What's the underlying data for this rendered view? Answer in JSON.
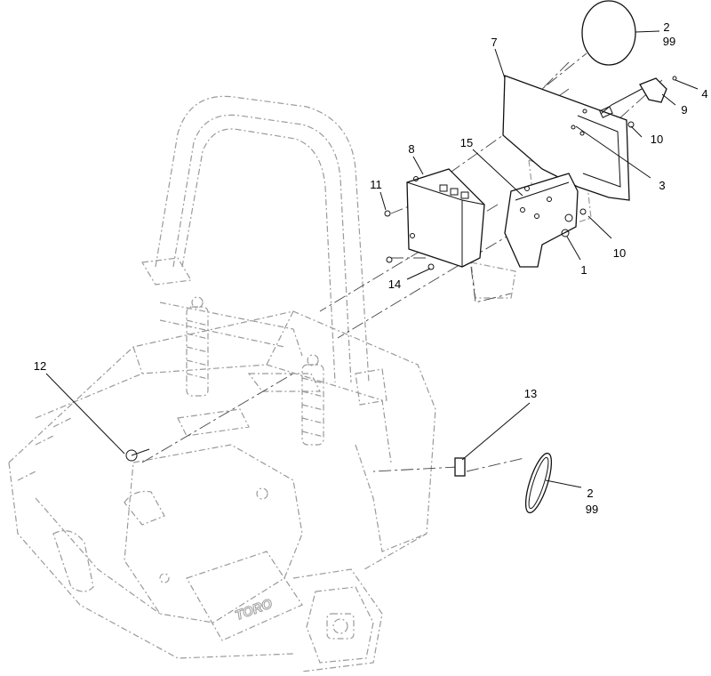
{
  "colors": {
    "background": "#ffffff",
    "parts": "#111111",
    "phantom": "#9a9a9a"
  },
  "callouts": {
    "c1": "1",
    "c2a": "2",
    "c2a_sub": "99",
    "c2b": "2",
    "c2b_sub": "99",
    "c3": "3",
    "c4": "4",
    "c7": "7",
    "c8": "8",
    "c9": "9",
    "c10a": "10",
    "c10b": "10",
    "c11": "11",
    "c12": "12",
    "c13": "13",
    "c14": "14",
    "c15": "15"
  },
  "logo": "TORO"
}
